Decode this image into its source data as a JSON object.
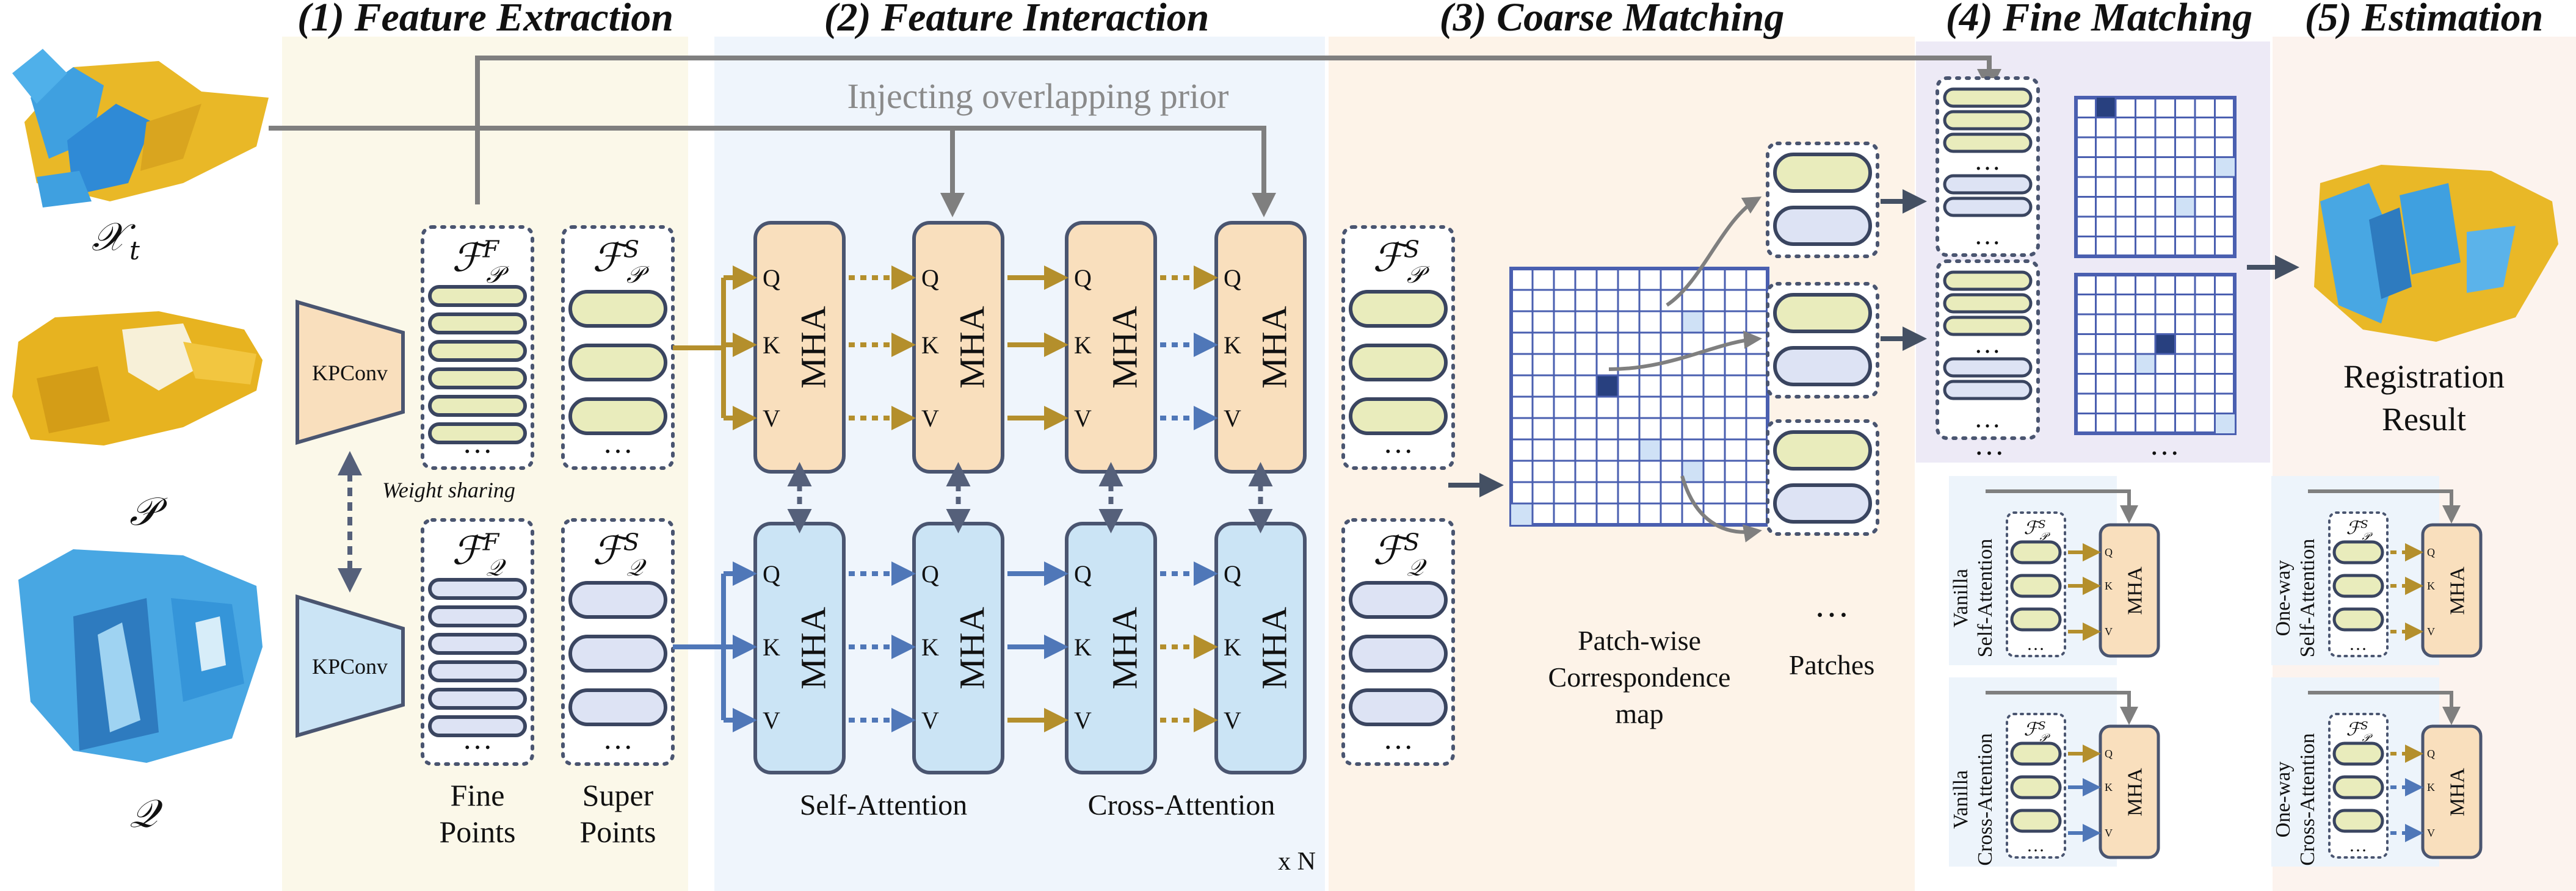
{
  "colors": {
    "gold": "#b48f2c",
    "blue": "#4f77b8",
    "gray": "#7f7f7f",
    "mha_orange_fill": "#f9dfbd",
    "mha_blue_fill": "#cbe4f5",
    "feature_yellow": "#e9ecbc",
    "feature_blue": "#dde3f4",
    "grid_line": "#4a5fb0",
    "grid_dark": "#28407f",
    "grid_light": "#cfe1f6"
  },
  "stages": {
    "s1": "(1) Feature Extraction",
    "s2": "(2) Feature Interaction",
    "s3": "(3) Coarse Matching",
    "s4": "(4) Fine Matching",
    "s5": "(5) Estimation"
  },
  "inputs": {
    "xt_label": "𝒳",
    "xt_sub": "t",
    "p_label": "𝒫",
    "q_label": "𝒬"
  },
  "extraction": {
    "kpconv_top": "KPConv",
    "kpconv_bottom": "KPConv",
    "weight_sharing": "Weight sharing",
    "fine_points": [
      "Fine",
      "Points"
    ],
    "super_points": [
      "Super",
      "Points"
    ],
    "f_base": "ℱ",
    "f_P_fine_sup": "F",
    "f_P_super_sup": "S",
    "f_P_sub": "𝒫",
    "f_Q_sub": "𝒬",
    "ellipsis": "…"
  },
  "interaction": {
    "prior_label": "Injecting overlapping prior",
    "mha_label": "MHA",
    "q": "Q",
    "k": "K",
    "v": "V",
    "self_attention": "Self-Attention",
    "cross_attention": "Cross-Attention",
    "repeat": "x N"
  },
  "coarse": {
    "map_label": [
      "Patch-wise",
      "Correspondence",
      "map"
    ],
    "patches_label": "Patches"
  },
  "estimation": {
    "result_label": [
      "Registration",
      "Result"
    ]
  },
  "legend": {
    "vanilla_self": [
      "Vanilla",
      "Self-Attention"
    ],
    "vanilla_cross": [
      "Vanilla",
      "Cross-Attention"
    ],
    "oneway_self": [
      "One-way",
      "Self-Attention"
    ],
    "oneway_cross": [
      "One-way",
      "Cross-Attention"
    ],
    "feat": "ℱ",
    "feat_sup": "S",
    "feat_sub": "𝒫"
  }
}
